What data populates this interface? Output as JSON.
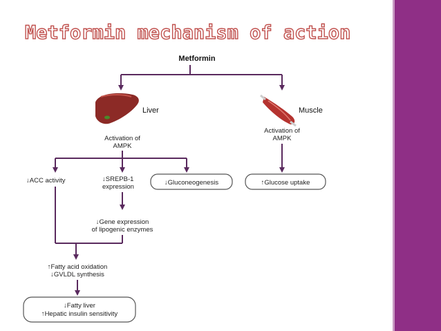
{
  "title": "Metformin mechanism of action",
  "colors": {
    "accent": "#c0504d",
    "panel": "#8f2f86",
    "arrow": "#5a2a5e"
  },
  "diagram": {
    "root": "Metformin",
    "liver": "Liver",
    "muscle": "Muscle",
    "liver_activation": [
      "Activation of",
      "AMPK"
    ],
    "muscle_activation": [
      "Activation of",
      "AMPK"
    ],
    "acc": "↓ACC activity",
    "srepb": [
      "↓SREPB-1",
      "expression"
    ],
    "gluconeogenesis": "↓Gluconeogenesis",
    "glucose_uptake": "↑Glucose uptake",
    "gene_expression": [
      "↓Gene expression",
      "of lipogenic enzymes"
    ],
    "fatty_acid": [
      "↑Fatty acid oxidation",
      "↓GVLDL synthesis"
    ],
    "outcome": [
      "↓Fatty liver",
      "↑Hepatic insulin sensitivity"
    ]
  },
  "icons": {
    "liver": "liver-icon",
    "muscle": "muscle-icon"
  }
}
